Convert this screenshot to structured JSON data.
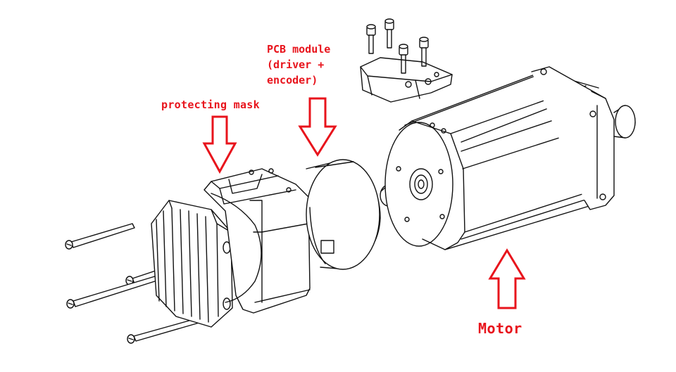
{
  "labels": {
    "protecting_mask": "protecting mask",
    "pcb_line1": "PCB module",
    "pcb_line2": "(driver +",
    "pcb_line3": "encoder)",
    "motor": "Motor"
  },
  "colors": {
    "label_text": "#e8141c",
    "arrow_stroke": "#e8141c",
    "drawing_line": "#111111",
    "background": "#ffffff"
  },
  "parts": [
    "screw",
    "heatsink",
    "protecting-mask",
    "pcb-module",
    "encoder-disk",
    "motor",
    "cap-screw"
  ]
}
